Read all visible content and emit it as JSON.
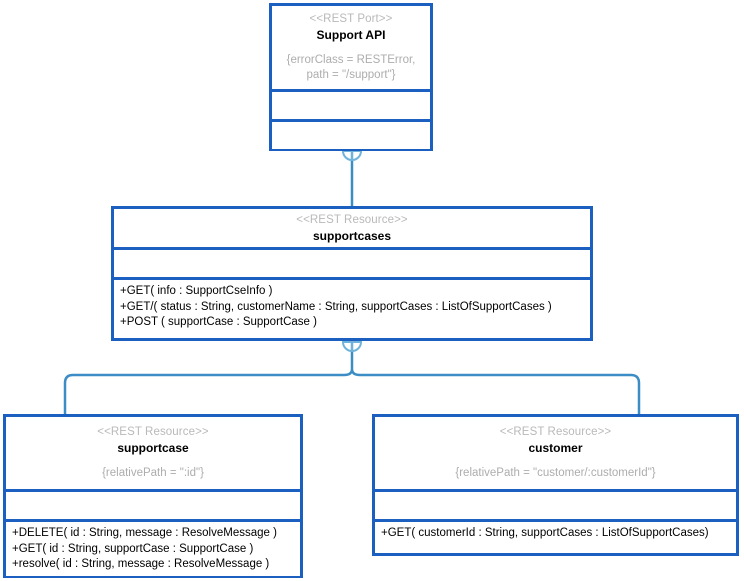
{
  "diagram": {
    "type": "uml-class-diagram",
    "title": "Support API REST resource structure",
    "colors": {
      "box_border": "#1b5fc1",
      "connector": "#3c8dc5",
      "stereotype_text": "#b9b9b9",
      "constraint_text": "#adadad",
      "operation_text": "#000000",
      "background": "#ffffff"
    },
    "nodes": [
      {
        "id": "support-api",
        "stereotype": "<<REST Port>>",
        "name": "Support API",
        "constraint": "{errorClass = RESTError,\npath = \"/support\"}",
        "attributes": [],
        "operations": []
      },
      {
        "id": "supportcases",
        "stereotype": "<<REST Resource>>",
        "name": "supportcases",
        "constraint": "",
        "attributes": [],
        "operations": [
          "+GET( info : SupportCseInfo )",
          "+GET/( status : String, customerName : String, supportCases : ListOfSupportCases )",
          "+POST ( supportCase : SupportCase )"
        ]
      },
      {
        "id": "supportcase",
        "stereotype": "<<REST Resource>>",
        "name": "supportcase",
        "constraint": "{relativePath = \":id\"}",
        "attributes": [],
        "operations": [
          "+DELETE( id : String, message : ResolveMessage )",
          "+GET( id : String, supportCase : SupportCase )",
          "+resolve( id : String, message : ResolveMessage )"
        ]
      },
      {
        "id": "customer",
        "stereotype": "<<REST Resource>>",
        "name": "customer",
        "constraint": "{relativePath = \"customer/:customerId\"}",
        "attributes": [],
        "operations": [
          "+GET( customerId : String, supportCases : ListOfSupportCases)"
        ]
      }
    ],
    "connections": [
      {
        "id": "conn-api-supportcases",
        "from": "support-api",
        "to": "supportcases",
        "kind": "containment",
        "symbol": "circle-plus"
      },
      {
        "id": "conn-supportcases-supportcase",
        "from": "supportcases",
        "to": "supportcase",
        "kind": "containment",
        "symbol": "circle-plus"
      },
      {
        "id": "conn-supportcases-customer",
        "from": "supportcases",
        "to": "customer",
        "kind": "containment",
        "symbol": "circle-plus"
      }
    ]
  }
}
